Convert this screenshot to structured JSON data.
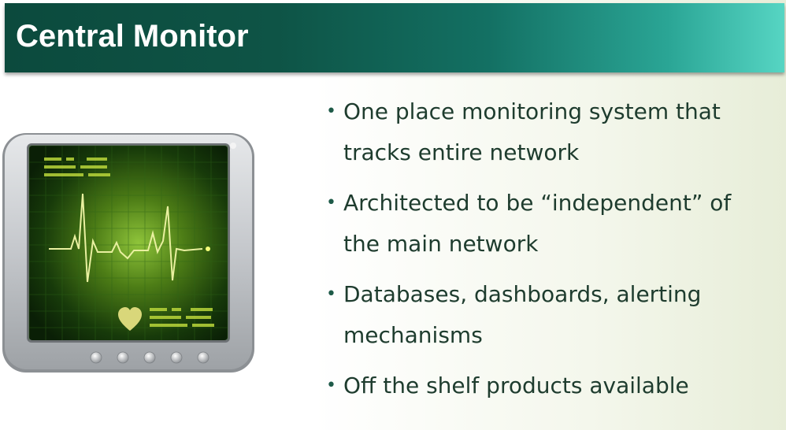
{
  "slide": {
    "title": "Central Monitor",
    "bullets": [
      {
        "lines": [
          "One place monitoring system that",
          "tracks entire network"
        ]
      },
      {
        "lines": [
          "Architected to be “independent” of",
          "the main network"
        ]
      },
      {
        "lines": [
          "Databases, dashboards, alerting",
          "mechanisms"
        ]
      },
      {
        "lines": [
          "Off the shelf products available"
        ]
      }
    ],
    "bullet_glyph": "•"
  },
  "illustration": {
    "icons": [
      "heartbeat-monitor-icon",
      "heart-icon"
    ],
    "colors": {
      "bezel": "#c9ccd0",
      "screen_dark": "#0b2208",
      "screen_glow": "#7fb72a",
      "trace": "#e9f0a0",
      "heart": "#d9d77a"
    },
    "control_buttons": 5
  }
}
